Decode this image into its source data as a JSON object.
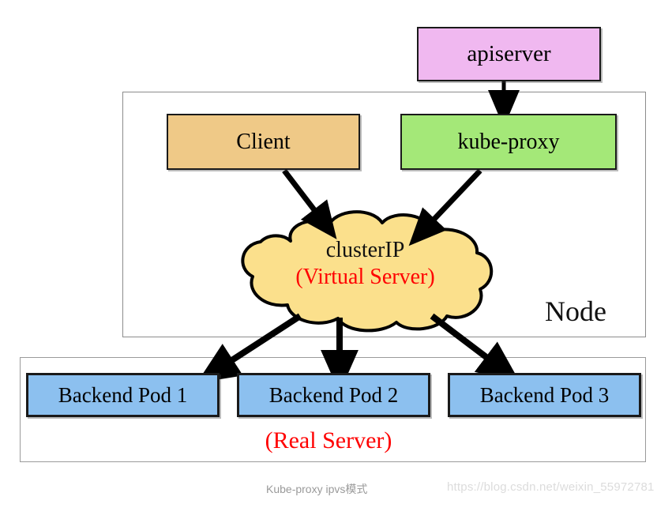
{
  "diagram": {
    "title_caption": "Kube-proxy ipvs模式",
    "watermark": "https://blog.csdn.net/weixin_55972781",
    "containers": {
      "node_label": "Node",
      "real_server_label": "(Real Server)"
    },
    "nodes": {
      "apiserver": {
        "label": "apiserver",
        "color": "#f0b8f0"
      },
      "client": {
        "label": "Client",
        "color": "#efc987"
      },
      "kube_proxy": {
        "label": "kube-proxy",
        "color": "#a4e878"
      },
      "cluster_ip": {
        "label_primary": "clusterIP",
        "label_secondary": "(Virtual Server)",
        "color": "#fbe08c",
        "secondary_color": "#ff0000"
      }
    },
    "pods": [
      {
        "label": "Backend Pod 1",
        "color": "#8cc0ef"
      },
      {
        "label": "Backend Pod 2",
        "color": "#8cc0ef"
      },
      {
        "label": "Backend Pod 3",
        "color": "#8cc0ef"
      }
    ],
    "edges": [
      {
        "from": "apiserver",
        "to": "kube-proxy"
      },
      {
        "from": "Client",
        "to": "clusterIP"
      },
      {
        "from": "kube-proxy",
        "to": "clusterIP"
      },
      {
        "from": "clusterIP",
        "to": "Backend Pod 1"
      },
      {
        "from": "clusterIP",
        "to": "Backend Pod 2"
      },
      {
        "from": "clusterIP",
        "to": "Backend Pod 3"
      }
    ]
  }
}
